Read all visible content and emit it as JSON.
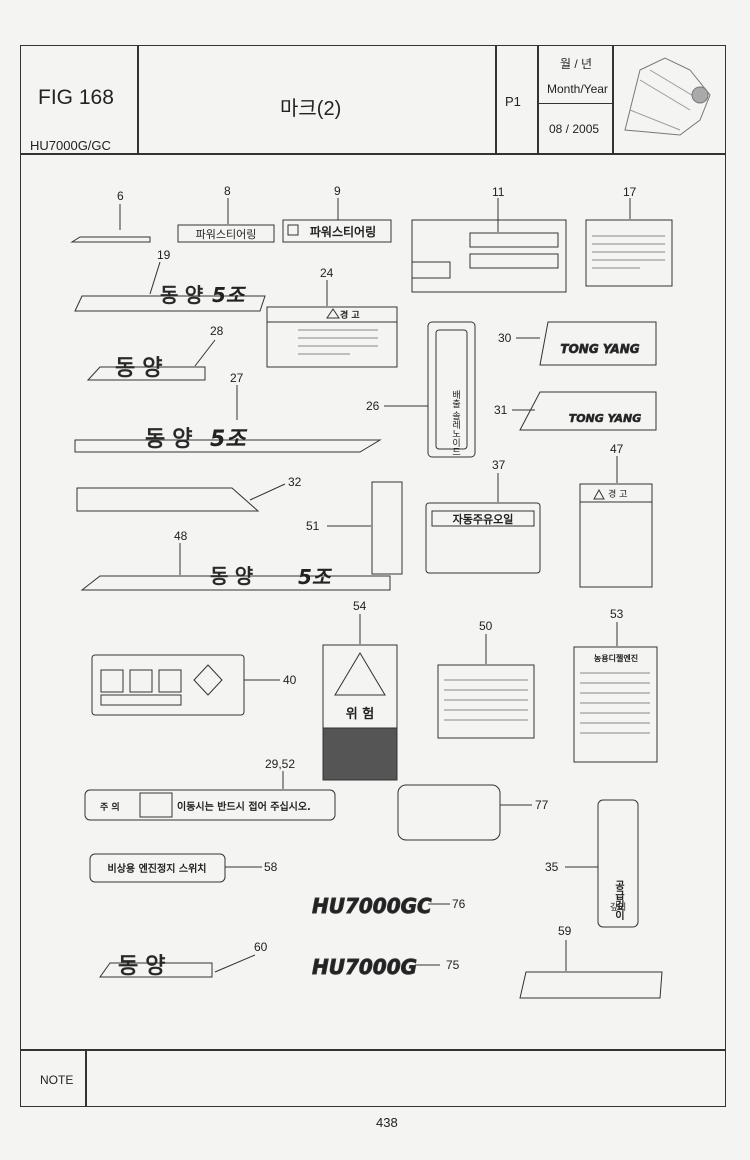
{
  "header": {
    "fig": "FIG 168",
    "model": "HU7000G/GC",
    "subtitle": "마크(2)",
    "page": "P1",
    "month_year_ko": "월 / 년",
    "month_year_en": "Month/Year",
    "date": "08 / 2005"
  },
  "parts": {
    "p6": "6",
    "p8": "8",
    "p9": "9",
    "p11": "11",
    "p17": "17",
    "p19": "19",
    "p24": "24",
    "p28": "28",
    "p30": "30",
    "p27": "27",
    "p26": "26",
    "p31": "31",
    "p32": "32",
    "p37": "37",
    "p47": "47",
    "p51": "51",
    "p48": "48",
    "p54": "54",
    "p50": "50",
    "p53": "53",
    "p40": "40",
    "p2952": "29,52",
    "p77": "77",
    "p35": "35",
    "p58": "58",
    "p76": "76",
    "p59": "59",
    "p60": "60",
    "p75": "75"
  },
  "labels": {
    "power_steering_8": "파워스티어링",
    "power_steering_9": "파워스티어링",
    "warning": "경 고",
    "brand_tongyang": "TONG YANG",
    "exhaust_switch": "배출 솔레노이드",
    "auto_grease": "자동주유오일",
    "danger": "위 험",
    "caution_text": "주 의",
    "caution_msg": "이동시는 반드시 접어 주십시오.",
    "emergency_stop": "비상용 엔진정지 스위치",
    "engine_plate": "농용디젤엔진",
    "model_hu7000gc": "HU7000GC",
    "model_hu7000g": "HU7000G",
    "depth": "깊이",
    "supply_depth": "공급깊이",
    "logo": "동 양",
    "five_rows": "5조"
  },
  "footer": {
    "note": "NOTE",
    "page_number": "438"
  }
}
